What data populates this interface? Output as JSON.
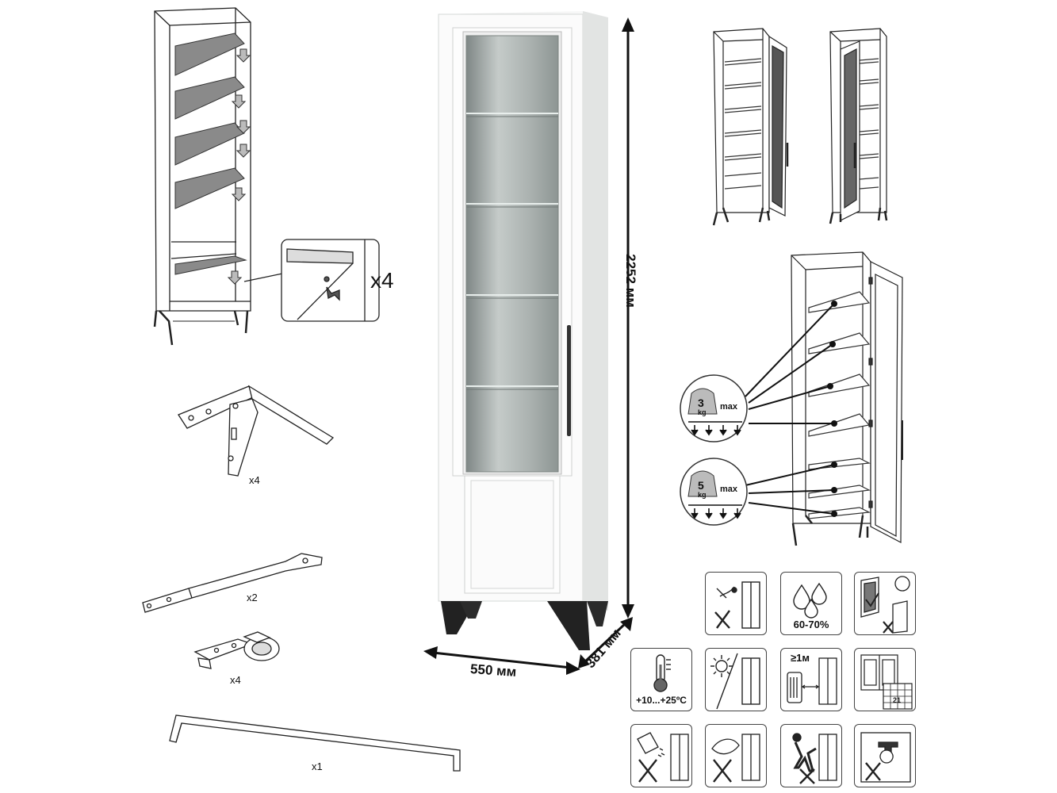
{
  "hardware": {
    "detail_qty": "x4",
    "leg_qty": "x4",
    "plate_qty": "x2",
    "hinge_qty": "x4",
    "handle_qty": "x1"
  },
  "dimensions": {
    "height": "2252 мм",
    "width": "550 мм",
    "depth": "381 мм"
  },
  "load": {
    "upper_weight": "3",
    "lower_weight": "5",
    "unit": "kg",
    "max_label": "max"
  },
  "care": {
    "humidity": "60-70%",
    "temperature": "+10...+25ºC",
    "distance": "≥1м",
    "calendar_day": "21"
  }
}
